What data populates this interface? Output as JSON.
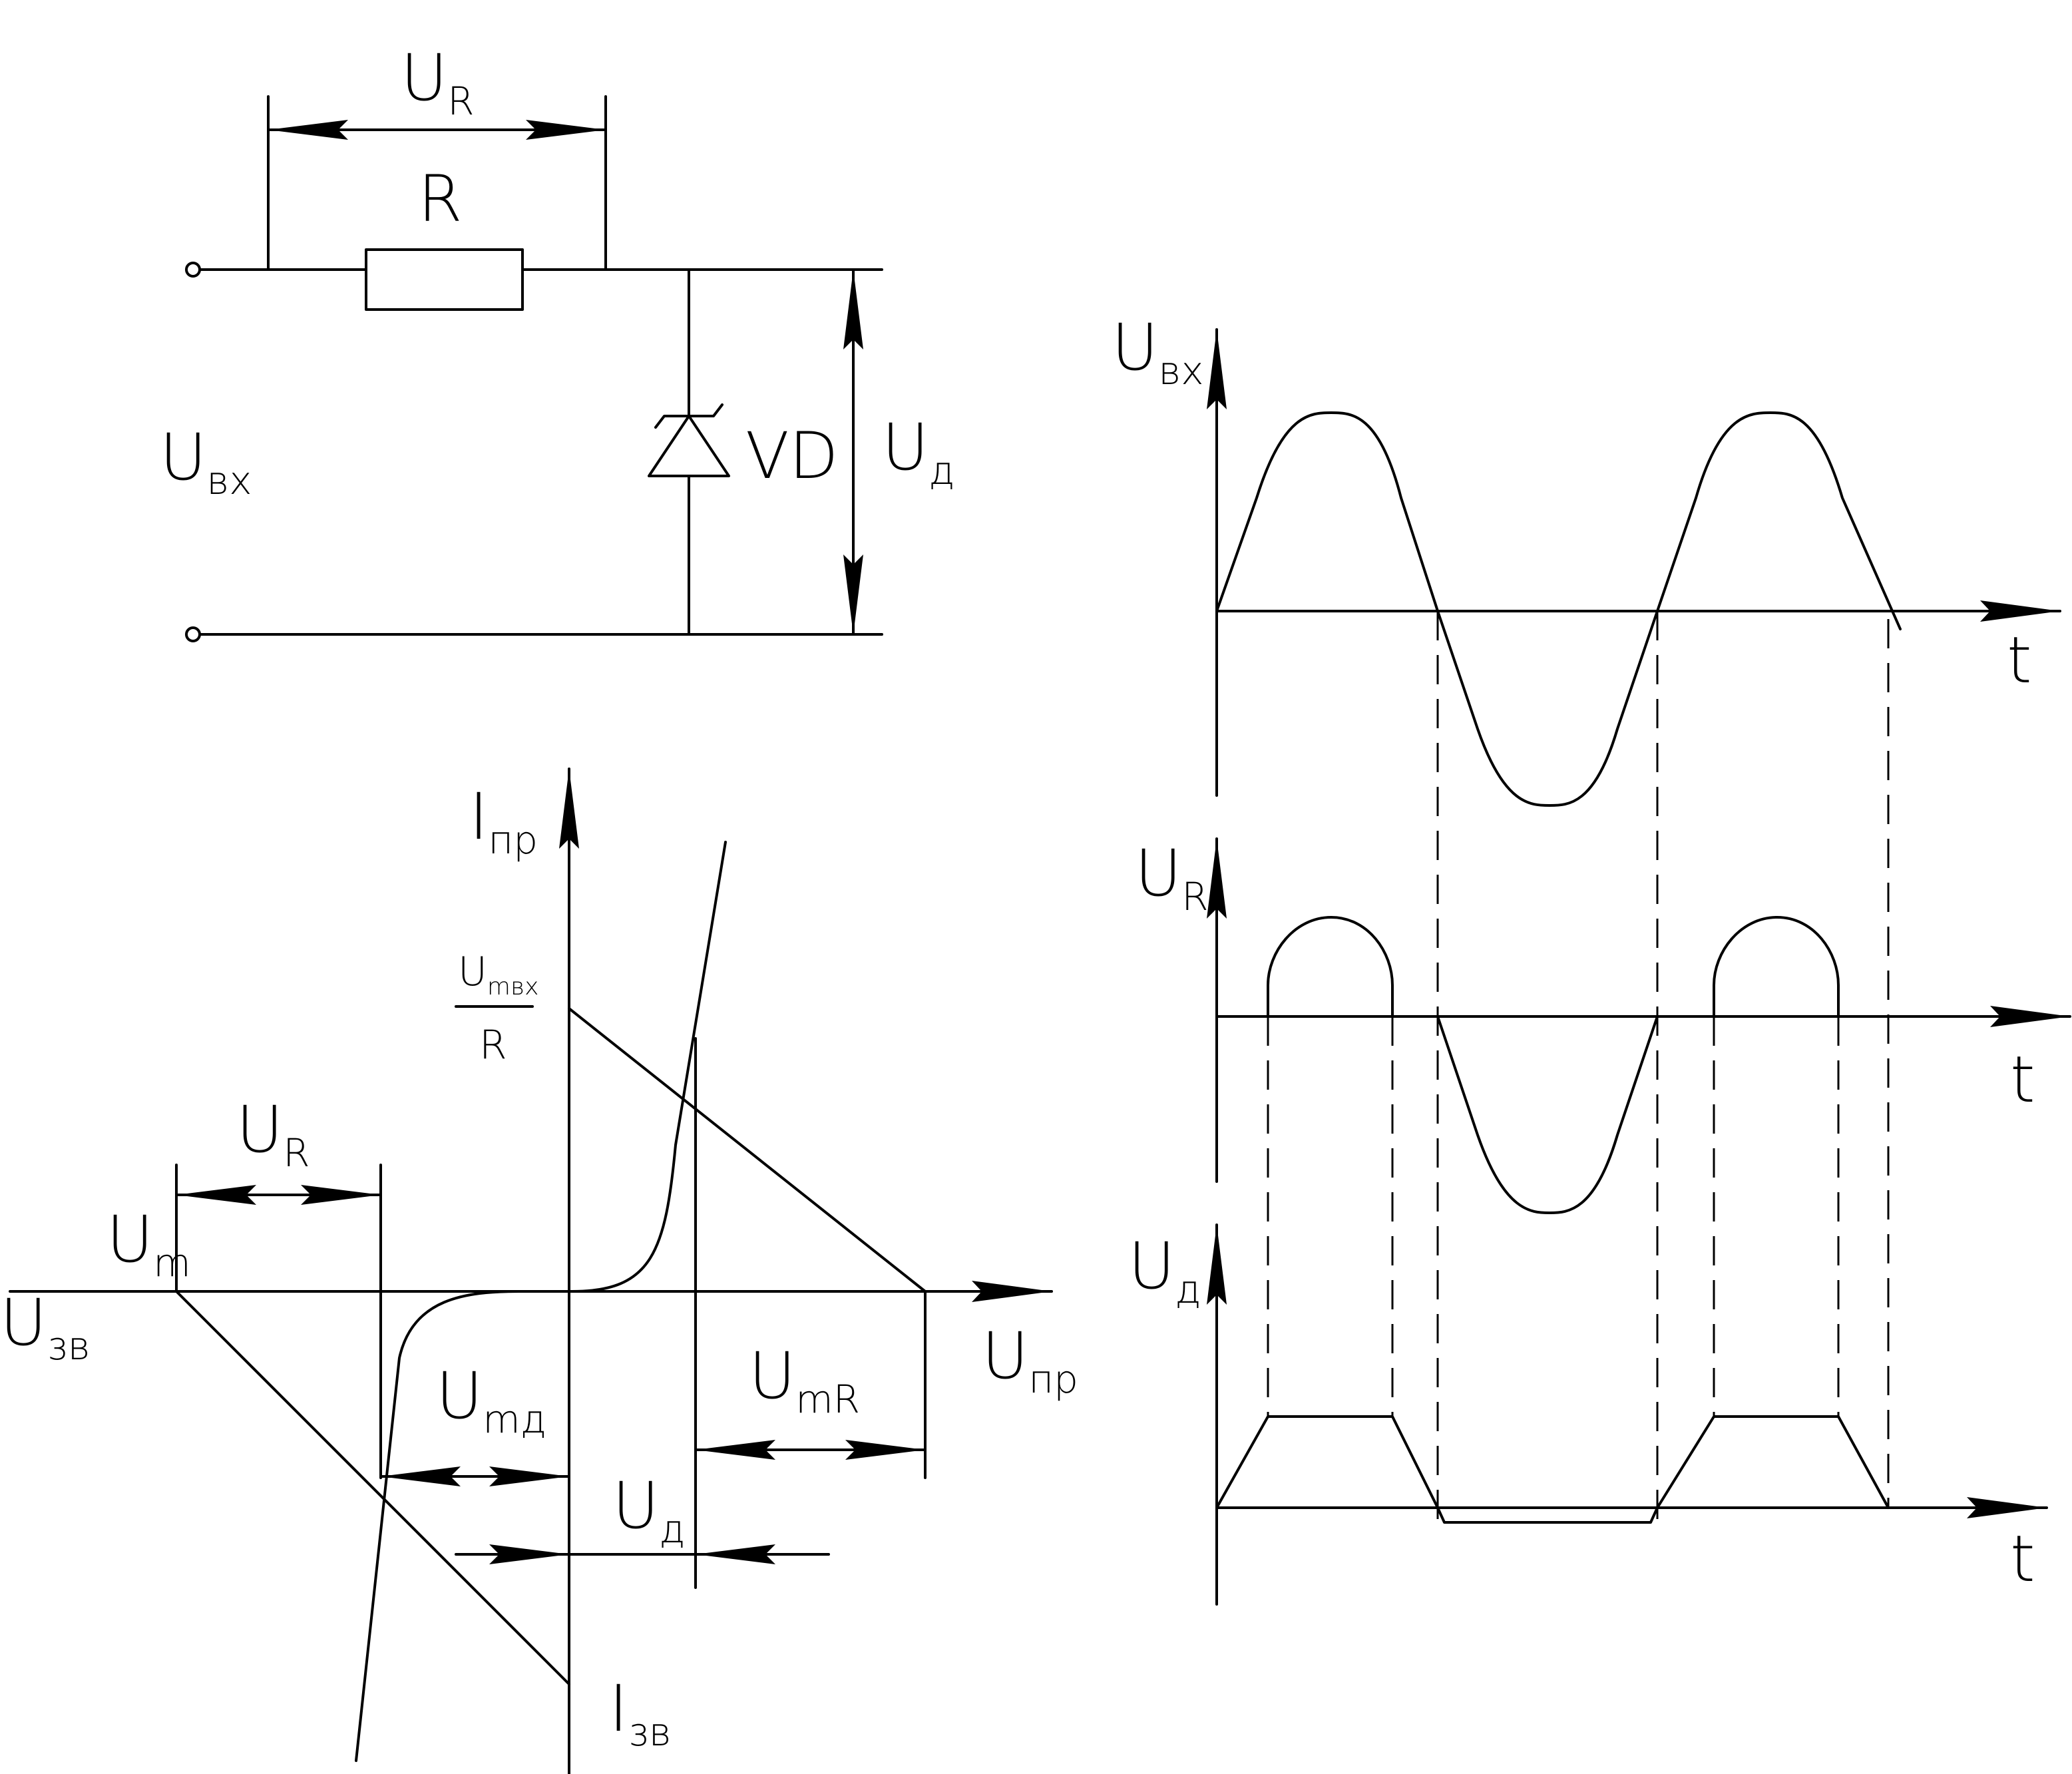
{
  "circuit": {
    "label_UR": {
      "main": "U",
      "sub": "R"
    },
    "label_R": "R",
    "label_Uin": {
      "main": "U",
      "sub": "вх"
    },
    "label_VD": "VD",
    "label_Ud": {
      "main": "U",
      "sub": "д"
    }
  },
  "vac": {
    "axis_Ipr": {
      "main": "I",
      "sub": "пр"
    },
    "axis_Upr": {
      "main": "U",
      "sub": "пр"
    },
    "axis_Uzv": {
      "main": "U",
      "sub": "зв"
    },
    "axis_Izv": {
      "main": "I",
      "sub": "зв"
    },
    "frac_num": {
      "main": "U",
      "sub": "mвх"
    },
    "frac_den": "R",
    "label_UR": {
      "main": "U",
      "sub": "R"
    },
    "label_Um": {
      "main": "U",
      "sub": "m"
    },
    "label_Umd": {
      "main": "U",
      "sub": "mд"
    },
    "label_UmR": {
      "main": "U",
      "sub": "mR"
    },
    "label_Ud": {
      "main": "U",
      "sub": "д"
    }
  },
  "waves": {
    "uin": {
      "main": "U",
      "sub": "вх"
    },
    "ur": {
      "main": "U",
      "sub": "R"
    },
    "ud": {
      "main": "U",
      "sub": "д"
    },
    "t1": "t",
    "t2": "t",
    "t3": "t"
  }
}
